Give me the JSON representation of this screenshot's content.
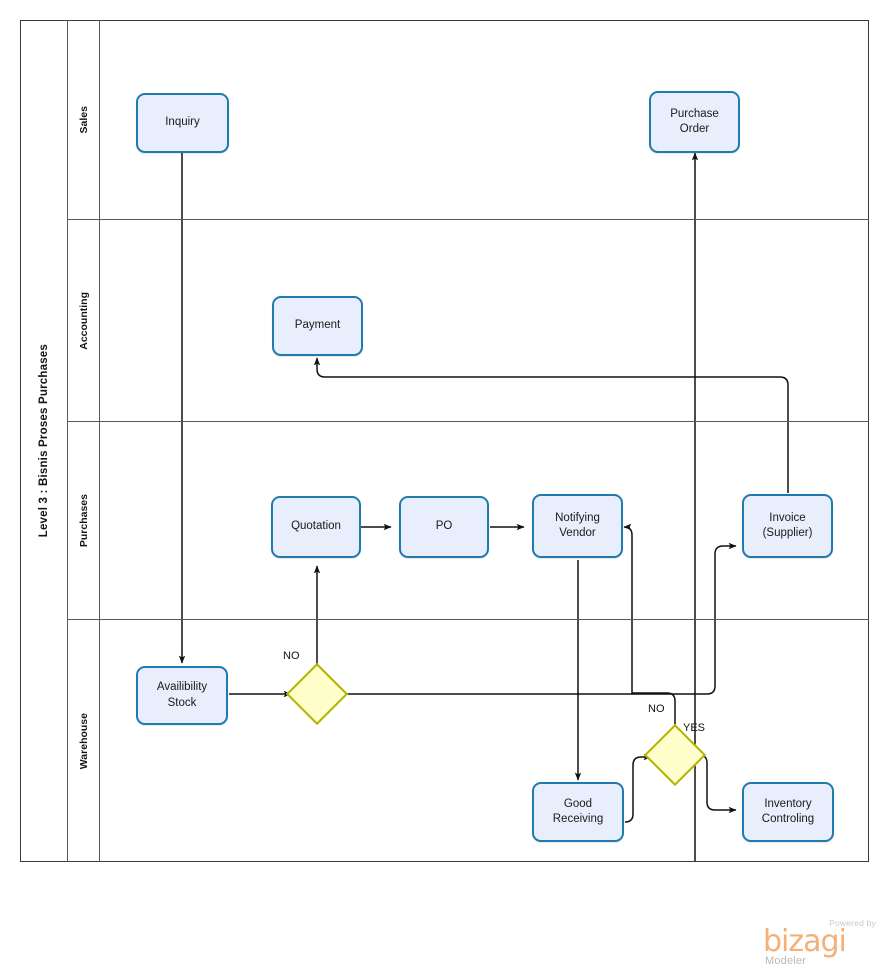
{
  "pool": {
    "title": "Level 3 : Bisnis Proses Purchases",
    "lanes": [
      {
        "label": "Sales"
      },
      {
        "label": "Accounting"
      },
      {
        "label": "Purchases"
      },
      {
        "label": "Warehouse"
      }
    ]
  },
  "tasks": [
    {
      "id": "inquiry",
      "label": "Inquiry",
      "lane": "Sales"
    },
    {
      "id": "purchase-order",
      "label": "Purchase\nOrder",
      "lane": "Sales"
    },
    {
      "id": "payment",
      "label": "Payment",
      "lane": "Accounting"
    },
    {
      "id": "quotation",
      "label": "Quotation",
      "lane": "Purchases"
    },
    {
      "id": "po",
      "label": "PO",
      "lane": "Purchases"
    },
    {
      "id": "notifying-vendor",
      "label": "Notifying\nVendor",
      "lane": "Purchases"
    },
    {
      "id": "invoice-supplier",
      "label": "Invoice\n(Supplier)",
      "lane": "Purchases"
    },
    {
      "id": "availibility-stock",
      "label": "Availibility\nStock",
      "lane": "Warehouse"
    },
    {
      "id": "good-receiving",
      "label": "Good\nReceiving",
      "lane": "Warehouse"
    },
    {
      "id": "inventory-controling",
      "label": "Inventory\nControling",
      "lane": "Warehouse"
    }
  ],
  "gateways": [
    {
      "id": "gateway-stock-available",
      "lane": "Warehouse"
    },
    {
      "id": "gateway-goods-ok",
      "lane": "Warehouse"
    }
  ],
  "flow_labels": [
    {
      "id": "label-no-1",
      "text": "NO"
    },
    {
      "id": "label-no-2",
      "text": "NO"
    },
    {
      "id": "label-yes-1",
      "text": "YES"
    }
  ],
  "branding": {
    "powered_by": "Powered by",
    "name": "bizagi",
    "product": "Modeler"
  },
  "colors": {
    "task_fill": "#e8eefb",
    "task_border": "#1f7bad",
    "gateway_fill": "#ffffcc",
    "gateway_border": "#b3b300",
    "connector": "#111111",
    "lane_border": "#5a5a5a",
    "pool_border": "#3a3a3a",
    "brand_orange": "#f3b077",
    "brand_gray": "#b9b9b9"
  }
}
